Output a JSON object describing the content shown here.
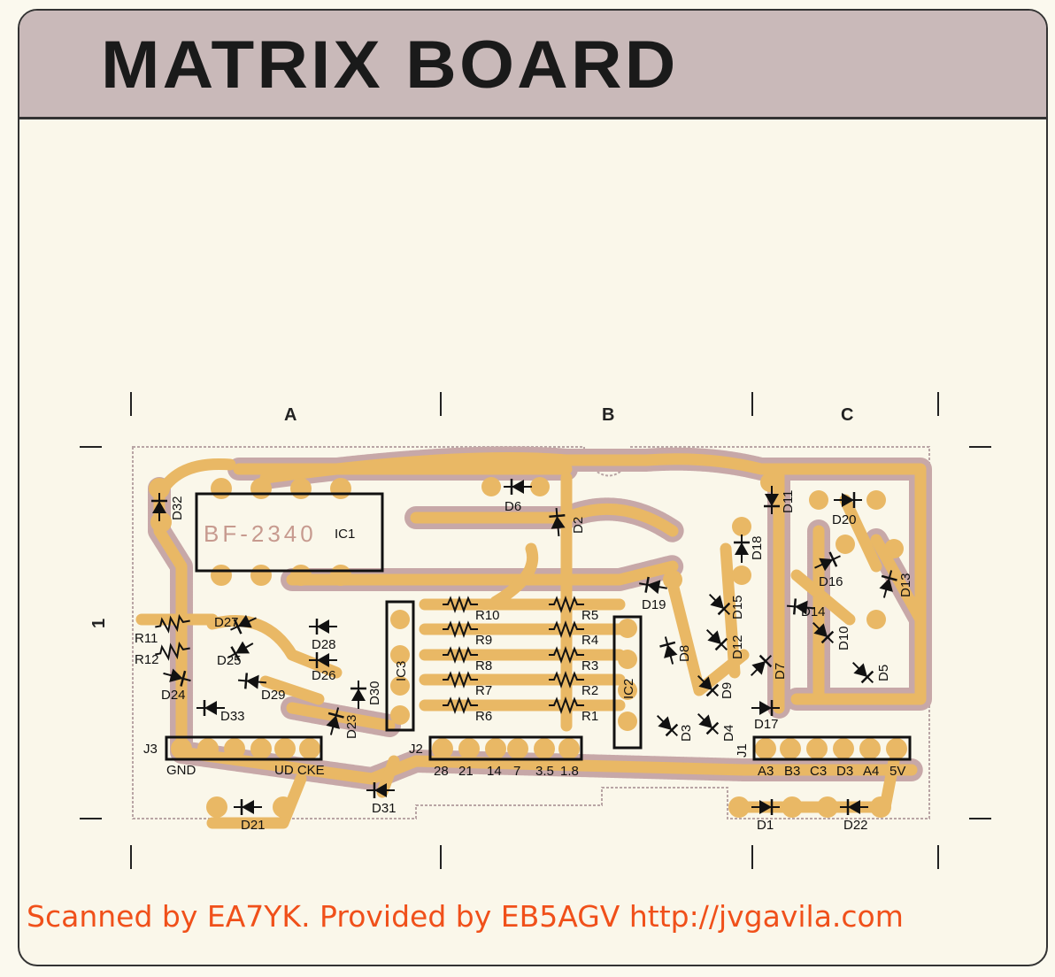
{
  "title": "MATRIX BOARD",
  "footer": "Scanned by EA7YK. Provided by EB5AGV http://jvgavila.com",
  "colors": {
    "trace": "#e9b865",
    "header": "#c9b9b9",
    "footer_text": "#f0501a"
  },
  "grid": {
    "cols": [
      "A",
      "B",
      "C"
    ],
    "row": "1"
  },
  "ics": {
    "ic1": "IC1",
    "ic1_part": "BF-2340",
    "ic2": "IC2",
    "ic3": "IC3"
  },
  "resistors": {
    "R1": "R1",
    "R2": "R2",
    "R3": "R3",
    "R4": "R4",
    "R5": "R5",
    "R6": "R6",
    "R7": "R7",
    "R8": "R8",
    "R9": "R9",
    "R10": "R10",
    "R11": "R11",
    "R12": "R12"
  },
  "diodes": {
    "D1": "D1",
    "D2": "D2",
    "D3": "D3",
    "D4": "D4",
    "D5": "D5",
    "D6": "D6",
    "D7": "D7",
    "D8": "D8",
    "D9": "D9",
    "D10": "D10",
    "D11": "D11",
    "D12": "D12",
    "D13": "D13",
    "D14": "D14",
    "D15": "D15",
    "D16": "D16",
    "D17": "D17",
    "D18": "D18",
    "D19": "D19",
    "D20": "D20",
    "D21": "D21",
    "D22": "D22",
    "D23": "D23",
    "D24": "D24",
    "D25": "D25",
    "D26": "D26",
    "D27": "D27",
    "D28": "D28",
    "D29": "D29",
    "D30": "D30",
    "D31": "D31",
    "D32": "D32",
    "D33": "D33"
  },
  "connectors": {
    "j1": {
      "name": "J1",
      "pins": [
        "A3",
        "B3",
        "C3",
        "D3",
        "A4",
        "5V"
      ]
    },
    "j2": {
      "name": "J2",
      "pins": [
        "28",
        "21",
        "14",
        "7",
        "3.5",
        "1.8"
      ]
    },
    "j3": {
      "name": "J3",
      "pins": [
        "GND",
        "UD CKE"
      ]
    }
  }
}
